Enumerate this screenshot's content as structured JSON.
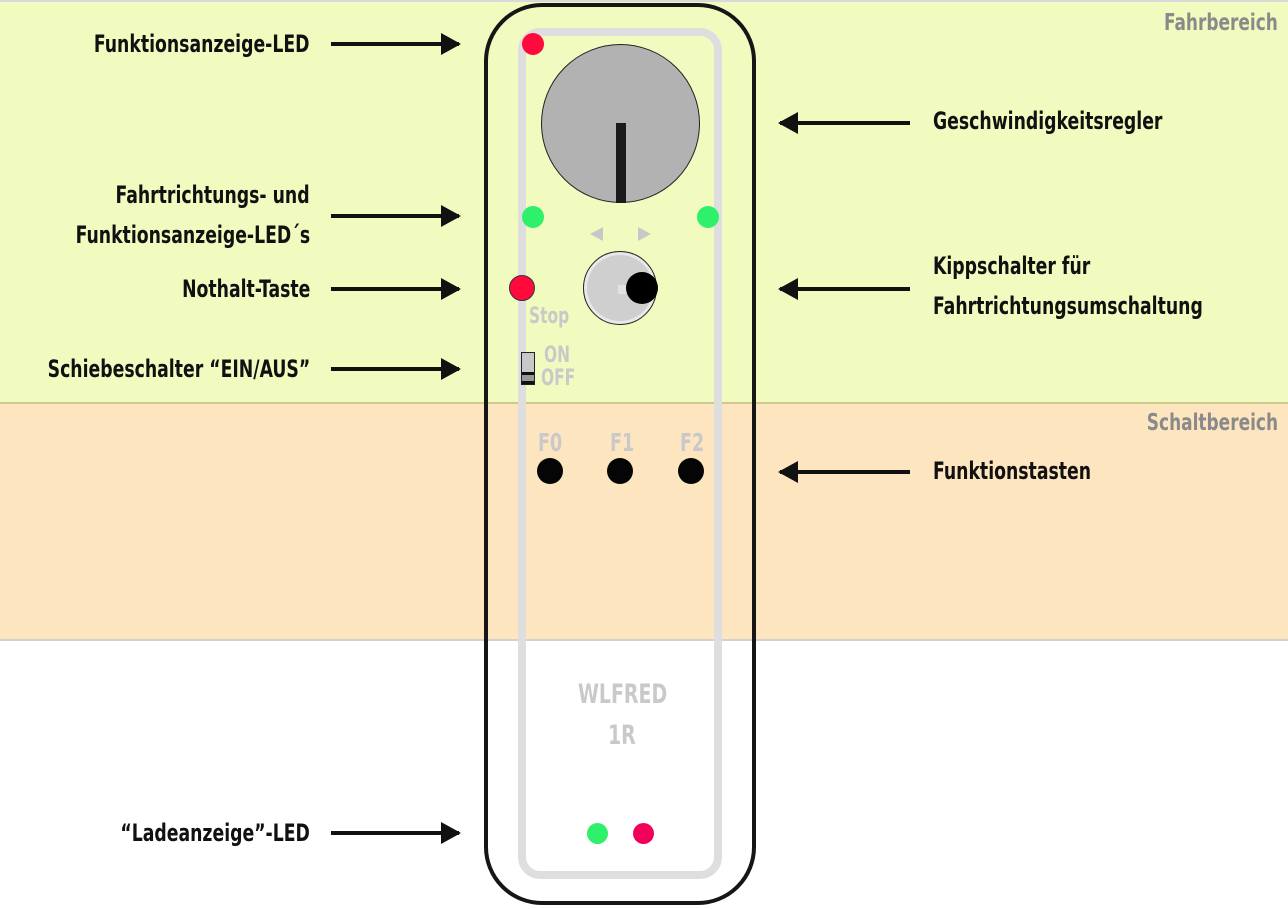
{
  "regions": {
    "drive": {
      "title": "Fahrbereich",
      "color": "#f2fbbf"
    },
    "switching": {
      "title": "Schaltbereich",
      "color": "#fde5c0"
    }
  },
  "labels_left": {
    "function_led": "Funktionsanzeige-LED",
    "direction_leds_line1": "Fahrtrichtungs- und",
    "direction_leds_line2": "Funktionsanzeige-LED´s",
    "emergency_stop": "Nothalt-Taste",
    "slide_switch": "Schiebeschalter “EIN/AUS”",
    "charge_led": "“Ladeanzeige”-LED"
  },
  "labels_right": {
    "speed_knob": "Geschwindigkeitsregler",
    "toggle_line1": "Kippschalter für",
    "toggle_line2": "Fahrtrichtungsumschaltung",
    "function_keys": "Funktionstasten"
  },
  "device": {
    "stop_label": "Stop",
    "on_label": "ON",
    "off_label": "OFF",
    "function_buttons": [
      "F0",
      "F1",
      "F2"
    ],
    "brand_line1": "WLFRED",
    "brand_line2": "1R",
    "slide_switch_state": "OFF",
    "direction_icons": [
      "triangle-left-icon",
      "triangle-right-icon"
    ]
  },
  "colors": {
    "led_red": "#ff0a3c",
    "led_green": "#2ef06a",
    "led_charge_red": "#f2005a",
    "device_outline": "#161616",
    "device_text": "#c9c9c9"
  }
}
